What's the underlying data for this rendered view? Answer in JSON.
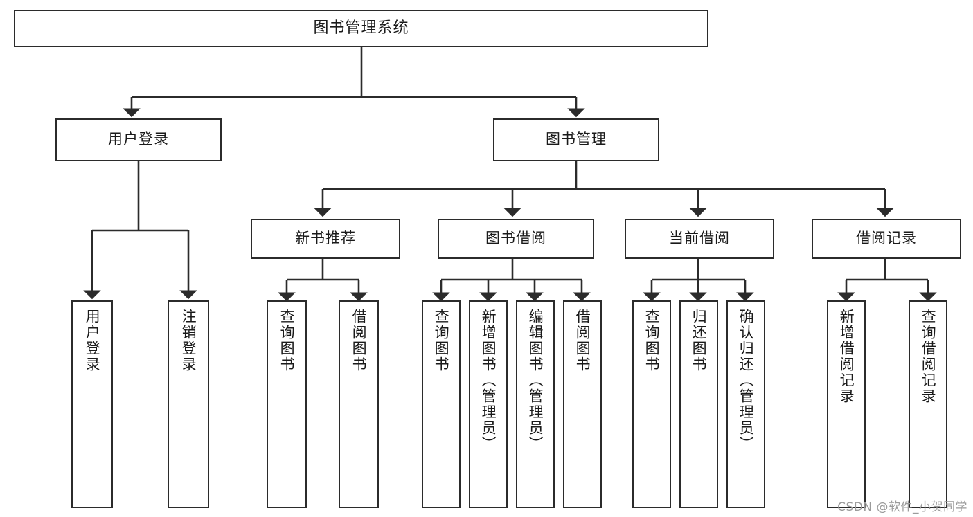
{
  "diagram": {
    "type": "hierarchy-tree",
    "title": "图书管理系统",
    "watermark": "CSDN @软件_小贺同学",
    "colors": {
      "box_border": "#2b2b2b",
      "box_fill": "#ffffff",
      "connector": "#2b2b2b",
      "text": "#1a1a1a",
      "watermark": "#9b9b9b",
      "background": "#ffffff"
    },
    "root": {
      "label": "图书管理系统"
    },
    "level2": [
      {
        "label": "用户登录"
      },
      {
        "label": "图书管理"
      }
    ],
    "level3": [
      {
        "label": "新书推荐"
      },
      {
        "label": "图书借阅"
      },
      {
        "label": "当前借阅"
      },
      {
        "label": "借阅记录"
      }
    ],
    "leaves": {
      "user_login": [
        {
          "label": "用户登录"
        },
        {
          "label": "注销登录"
        }
      ],
      "new_book_recommend": [
        {
          "label": "查询图书"
        },
        {
          "label": "借阅图书"
        }
      ],
      "book_borrow": [
        {
          "label": "查询图书"
        },
        {
          "label": "新增图书（管理员）"
        },
        {
          "label": "编辑图书（管理员）"
        },
        {
          "label": "借阅图书"
        }
      ],
      "current_borrow": [
        {
          "label": "查询图书"
        },
        {
          "label": "归还图书"
        },
        {
          "label": "确认归还（管理员）"
        }
      ],
      "borrow_record": [
        {
          "label": "新增借阅记录"
        },
        {
          "label": "查询借阅记录"
        }
      ]
    }
  }
}
